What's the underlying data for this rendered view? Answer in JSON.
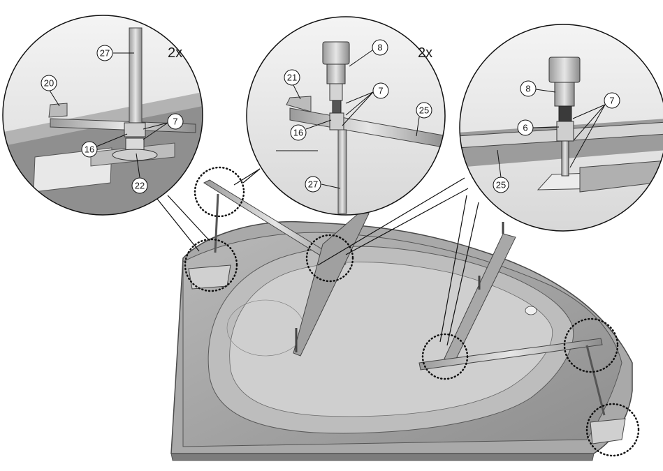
{
  "diagram": {
    "multiplier_labels": {
      "left": "2x",
      "center": "2x"
    },
    "callouts": {
      "left": {
        "n27": "27",
        "n20": "20",
        "n7": "7",
        "n16": "16",
        "n22": "22"
      },
      "center": {
        "n8": "8",
        "n21": "21",
        "n7": "7",
        "n16": "16",
        "n25": "25",
        "n27": "27"
      },
      "right": {
        "n8": "8",
        "n7": "7",
        "n6": "6",
        "n25": "25"
      }
    }
  }
}
